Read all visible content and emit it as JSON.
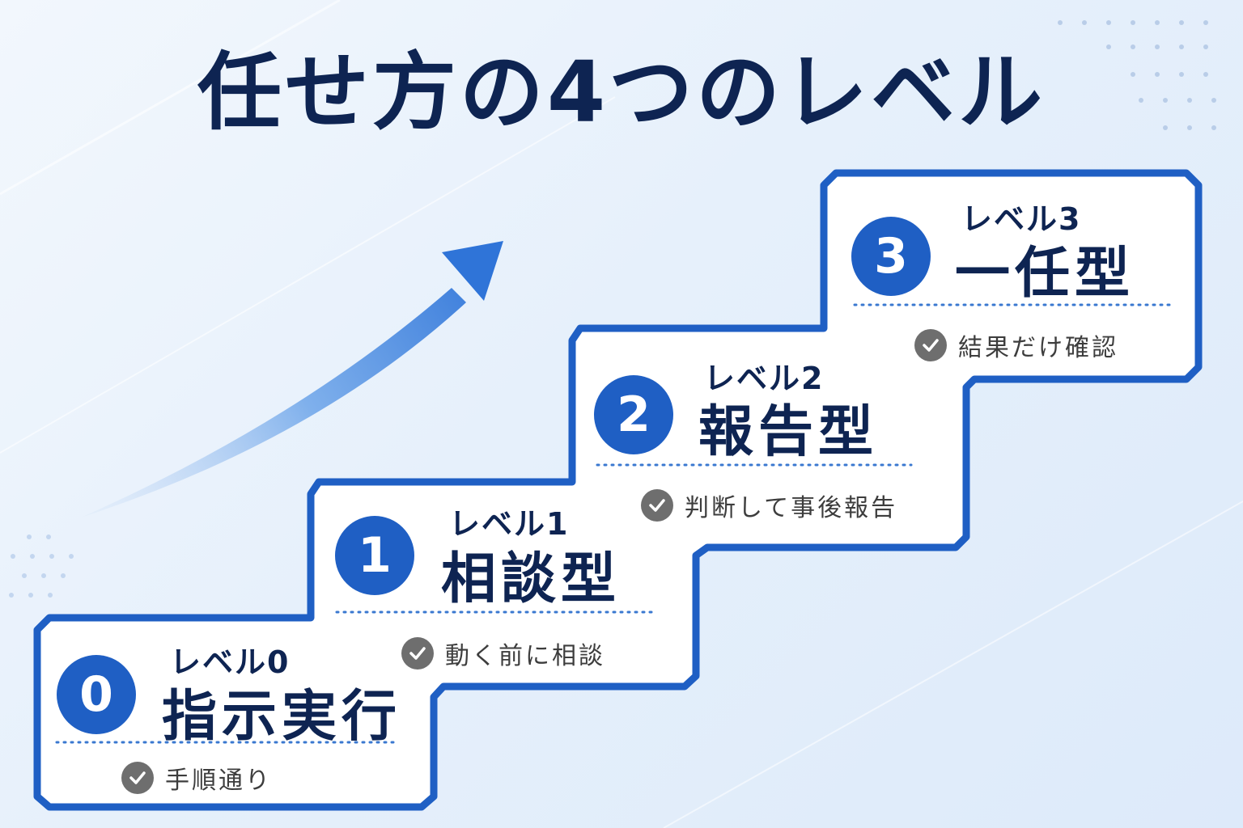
{
  "title": "任せ方の4つのレベル",
  "colors": {
    "accent": "#1f5fc4",
    "title": "#0e2452",
    "check": "#6e6e6e"
  },
  "levels": [
    {
      "tag": "レベル0",
      "number": "0",
      "name": "指示実行",
      "note": "手順通り"
    },
    {
      "tag": "レベル1",
      "number": "1",
      "name": "相談型",
      "note": "動く前に相談"
    },
    {
      "tag": "レベル2",
      "number": "2",
      "name": "報告型",
      "note": "判断して事後報告"
    },
    {
      "tag": "レベル3",
      "number": "3",
      "name": "一任型",
      "note": "結果だけ確認"
    }
  ],
  "icons": {
    "progress_arrow": "upward-arrow-icon",
    "check": "check-circle-icon"
  }
}
